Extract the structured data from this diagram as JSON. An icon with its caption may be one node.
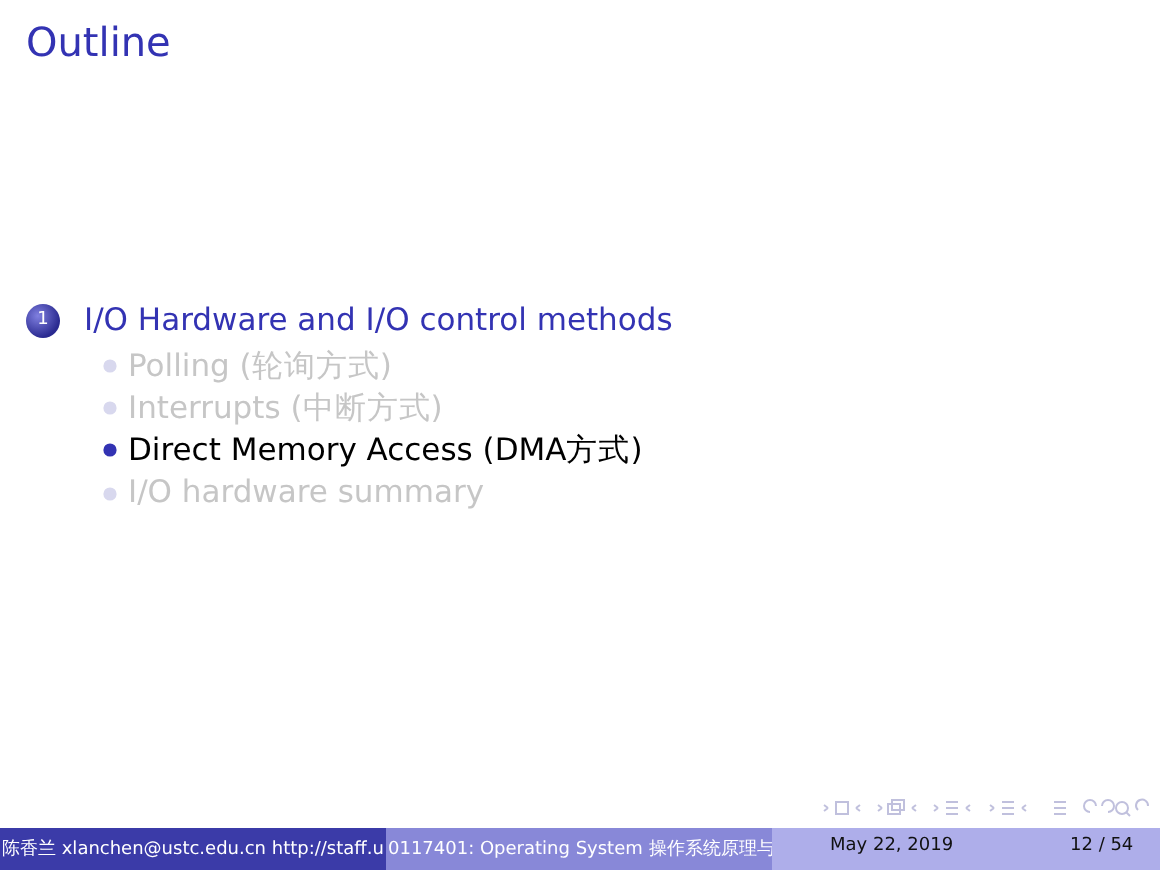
{
  "diagram": {
    "title": "Outline",
    "labels": [
      "1",
      "I/O Hardware and I/O control methods",
      "Polling (轮询方式)",
      "Interrupts (中断方式)",
      "Direct Memory Access (DMA方式)",
      "I/O hardware summary",
      "陈香兰 xlanchen@ustc.edu.cn http://staff.u",
      "0117401: Operating System 操作系统原理与",
      "May 22, 2019",
      "12 / 54"
    ]
  }
}
